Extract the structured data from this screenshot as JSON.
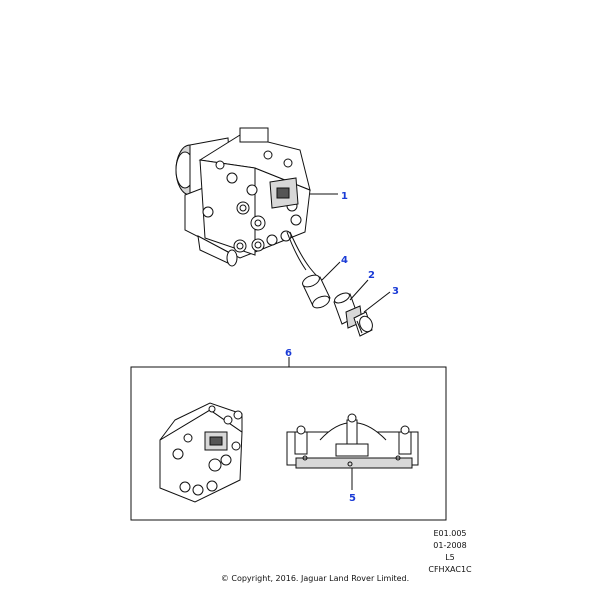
{
  "diagram": {
    "callouts": {
      "c1": "1",
      "c2": "2",
      "c3": "3",
      "c4": "4",
      "c5": "5",
      "c6": "6"
    }
  },
  "meta": {
    "code": "E01.005",
    "date": "01-2008",
    "variant": "L5",
    "ref": "CFHXAC1C",
    "copyright": "© Copyright, 2016. Jaguar Land Rover Limited."
  }
}
